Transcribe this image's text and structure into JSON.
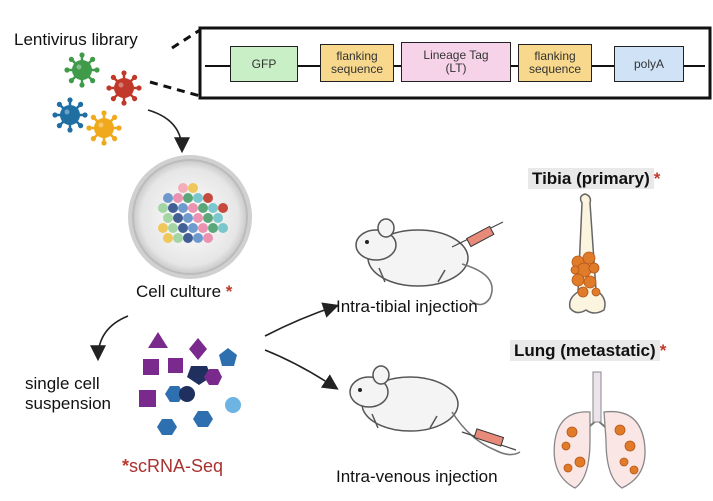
{
  "lentivirus_label": "Lentivirus library",
  "construct": {
    "segments": [
      {
        "label_1": "GFP",
        "label_2": "",
        "color": "#c9efc7"
      },
      {
        "label_1": "flanking",
        "label_2": "sequence",
        "color": "#f7d88c"
      },
      {
        "label_1": "Lineage Tag",
        "label_2": "(LT)",
        "color": "#f7d3ea"
      },
      {
        "label_1": "flanking",
        "label_2": "sequence",
        "color": "#f7d88c"
      },
      {
        "label_1": "polyA",
        "label_2": "",
        "color": "#cfe2f6"
      }
    ]
  },
  "cell_culture_label": "Cell culture",
  "single_cell_label_1": "single cell",
  "single_cell_label_2": "suspension",
  "scrna_label": "scRNA-Seq",
  "intra_tibial_label": "Intra-tibial injection",
  "intra_venous_label": "Intra-venous injection",
  "tibia_label": "Tibia (primary)",
  "lung_label": "Lung (metastatic)",
  "asterisk": "*",
  "colors": {
    "asterisk": "#c0392b",
    "virus_green": "#3f9b4a",
    "virus_red": "#c0392b",
    "virus_blue": "#1f6fa3",
    "virus_orange": "#f0a91c",
    "purple": "#7a2a8c",
    "navy": "#1f2f5e",
    "blue": "#2e6fb0",
    "lightblue": "#6db4e3",
    "tumor": "#e07b2a"
  }
}
